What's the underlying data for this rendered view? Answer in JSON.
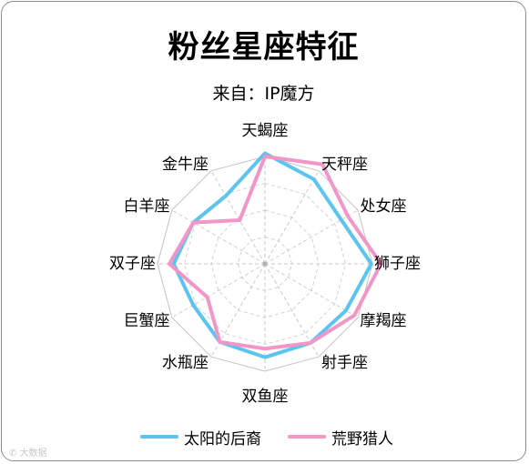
{
  "chart_data": {
    "type": "radar",
    "title": "粉丝星座特征",
    "subtitle": "来自：IP魔方",
    "categories": [
      "天蝎座",
      "天秤座",
      "处女座",
      "狮子座",
      "摩羯座",
      "射手座",
      "双鱼座",
      "水瓶座",
      "巨蟹座",
      "双子座",
      "白羊座",
      "金牛座"
    ],
    "rmax": 1.0,
    "grid_levels": 4,
    "series": [
      {
        "name": "太阳的后裔",
        "color": "#5bc4ef",
        "values": [
          1.03,
          0.91,
          0.82,
          0.99,
          0.87,
          0.85,
          0.87,
          0.84,
          0.77,
          0.85,
          0.77,
          0.73
        ]
      },
      {
        "name": "荒野猎人",
        "color": "#f296c8",
        "values": [
          1.0,
          1.07,
          0.89,
          1.08,
          0.96,
          0.85,
          0.79,
          0.84,
          0.62,
          0.89,
          0.77,
          0.47
        ]
      }
    ],
    "legend_position": "bottom"
  },
  "watermark": "大数据"
}
